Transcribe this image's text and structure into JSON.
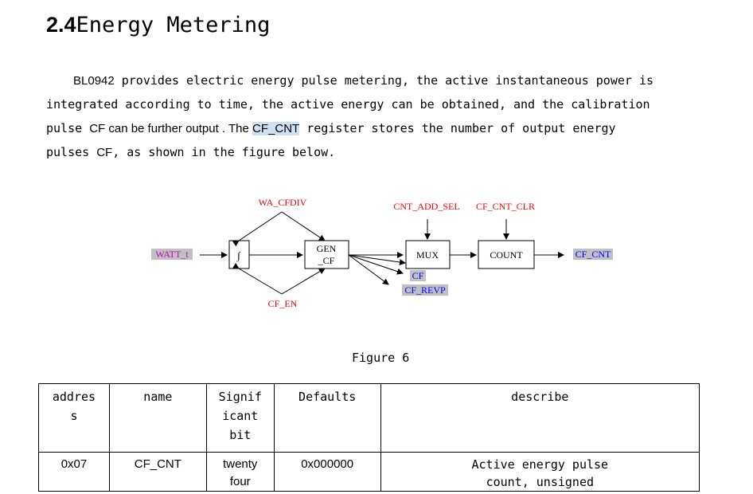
{
  "section": {
    "number": "2.4",
    "title": "Energy Metering"
  },
  "paragraph": {
    "line1_part1": "BL0942",
    "line1_part2": " provides electric energy pulse metering, the active instantaneous power is",
    "line2": "integrated according to time, the active energy can be obtained, and the calibration",
    "line3_part1": "pulse ",
    "line3_part2": "CF can be further output . The ",
    "line3_part3": "CF_CNT",
    "line3_part4": " register stores the number of output energy",
    "line4_part1": "pulses ",
    "line4_part2": "CF",
    "line4_part3": ", as shown in the figure below."
  },
  "diagram": {
    "input_label": "WATT_t",
    "integrator_symbol": "∫",
    "wa_cfdiv": "WA_CFDIV",
    "cf_en": "CF_EN",
    "gen_line1": "GEN",
    "gen_line2": "_CF",
    "mux": "MUX",
    "cnt_add_sel": "CNT_ADD_SEL",
    "cf_cnt_clr": "CF_CNT_CLR",
    "count": "COUNT",
    "cf_cnt_out": "CF_CNT",
    "cf_out": "CF",
    "cf_revp": "CF_REVP"
  },
  "caption": "Figure 6",
  "table": {
    "headers": {
      "address_line1": "addres",
      "address_line2": "s",
      "name": "name",
      "bits_line1": "Signif",
      "bits_line2": "icant",
      "bits_line3": "bit",
      "defaults": "Defaults",
      "describe": "describe"
    },
    "row": {
      "address": "0x07",
      "name": "CF_CNT",
      "bits_line1": "twenty",
      "bits_line2": "four",
      "defaults": "0x000000",
      "describe_line1": "Active energy pulse",
      "describe_line2": "count, unsigned"
    }
  },
  "colors": {
    "red_label": "#ff0000",
    "blue_label": "#0000ff",
    "magenta_label": "#cc00cc",
    "label_highlight": "#c0c0c0",
    "text_highlight": "#cfe0f1"
  }
}
